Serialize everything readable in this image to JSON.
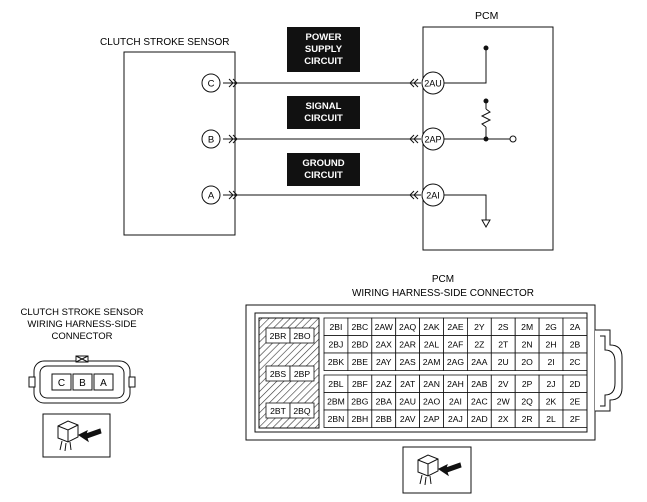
{
  "top": {
    "sensor_title": "CLUTCH STROKE SENSOR",
    "pcm_title": "PCM",
    "sensor_pins": [
      "C",
      "B",
      "A"
    ],
    "pcm_pins": [
      "2AU",
      "2AP",
      "2AI"
    ],
    "circuits": [
      {
        "lines": [
          "POWER",
          "SUPPLY",
          "CIRCUIT"
        ]
      },
      {
        "lines": [
          "SIGNAL",
          "CIRCUIT"
        ]
      },
      {
        "lines": [
          "GROUND",
          "CIRCUIT"
        ]
      }
    ]
  },
  "sensor_connector": {
    "title_lines": [
      "CLUTCH STROKE SENSOR",
      "WIRING HARNESS-SIDE",
      "CONNECTOR"
    ],
    "pins": [
      "C",
      "B",
      "A"
    ]
  },
  "pcm_connector": {
    "title_lines": [
      "PCM",
      "WIRING HARNESS-SIDE CONNECTOR"
    ],
    "left_pins": [
      [
        "2BR",
        "2BO"
      ],
      [
        "2BS",
        "2BP"
      ],
      [
        "2BT",
        "2BQ"
      ]
    ],
    "upper_rows": [
      [
        "2BI",
        "2BC",
        "2AW",
        "2AQ",
        "2AK",
        "2AE",
        "2Y",
        "2S",
        "2M",
        "2G",
        "2A"
      ],
      [
        "2BJ",
        "2BD",
        "2AX",
        "2AR",
        "2AL",
        "2AF",
        "2Z",
        "2T",
        "2N",
        "2H",
        "2B"
      ],
      [
        "2BK",
        "2BE",
        "2AY",
        "2AS",
        "2AM",
        "2AG",
        "2AA",
        "2U",
        "2O",
        "2I",
        "2C"
      ]
    ],
    "lower_rows": [
      [
        "2BL",
        "2BF",
        "2AZ",
        "2AT",
        "2AN",
        "2AH",
        "2AB",
        "2V",
        "2P",
        "2J",
        "2D"
      ],
      [
        "2BM",
        "2BG",
        "2BA",
        "2AU",
        "2AO",
        "2AI",
        "2AC",
        "2W",
        "2Q",
        "2K",
        "2E"
      ],
      [
        "2BN",
        "2BH",
        "2BB",
        "2AV",
        "2AP",
        "2AJ",
        "2AD",
        "2X",
        "2R",
        "2L",
        "2F"
      ]
    ]
  }
}
